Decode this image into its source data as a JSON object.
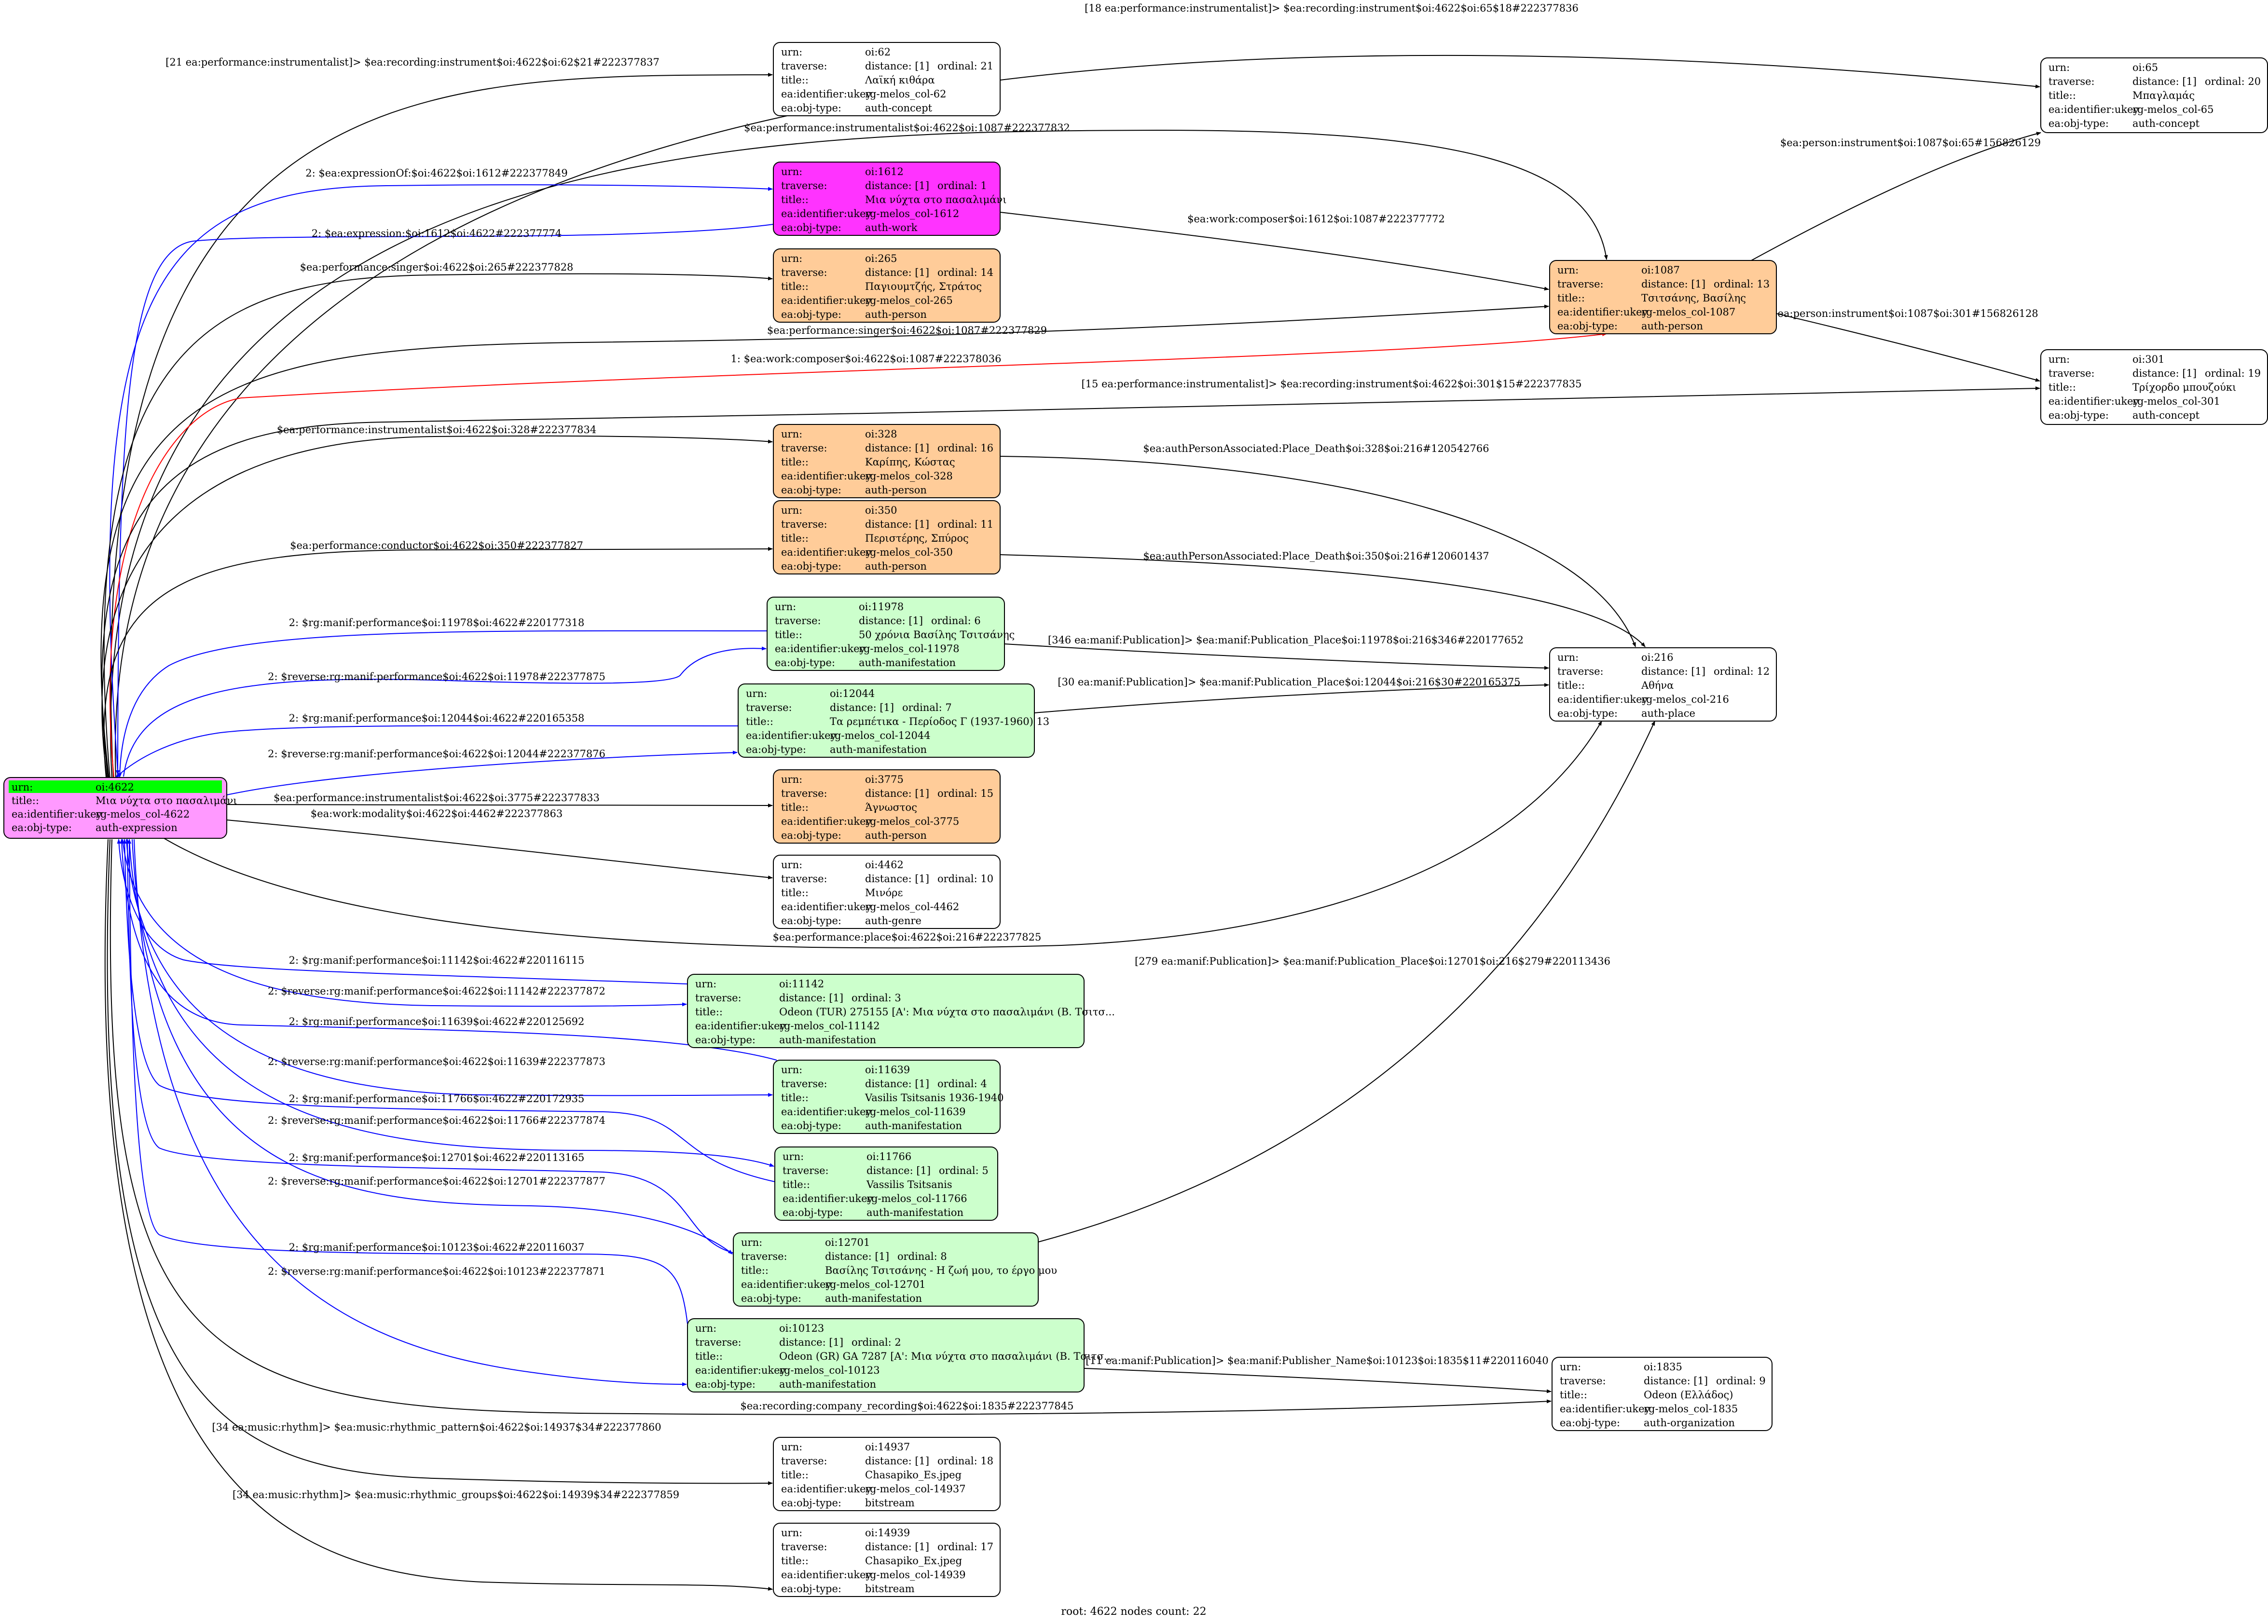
{
  "footer": "root: 4622 nodes count: 22",
  "field_labels": [
    "urn:",
    "traverse:",
    "title::",
    "ea:identifier:ukey",
    "ea:obj-type:"
  ],
  "root_field_labels": [
    "urn:",
    "title::",
    "ea:identifier:ukey",
    "ea:obj-type:"
  ],
  "colors": {
    "root_fill": "#ff99ff",
    "root_header": "#00ff00",
    "work_fill": "#ff33ff",
    "person_fill": "#ffcc99",
    "manifestation_fill": "#ccffcc",
    "plain_fill": "#ffffff",
    "edge_black": "#000000",
    "edge_blue": "#0000ff",
    "edge_red": "#ff0000"
  },
  "nodes": [
    {
      "id": "n4622",
      "root": true,
      "fill": "root",
      "urn": "oi:4622",
      "title": "Μια νύχτα στο πασαλιμάνι",
      "ukey": "rg-melos_col-4622",
      "type": "auth-expression"
    },
    {
      "id": "n62",
      "fill": "plain",
      "urn": "oi:62",
      "traverse": "distance: [1]",
      "ordinal": "ordinal: 21",
      "title": "Λαϊκή κιθάρα",
      "ukey": "rg-melos_col-62",
      "type": "auth-concept"
    },
    {
      "id": "n65",
      "fill": "plain",
      "urn": "oi:65",
      "traverse": "distance: [1]",
      "ordinal": "ordinal: 20",
      "title": "Μπαγλαμάς",
      "ukey": "rg-melos_col-65",
      "type": "auth-concept"
    },
    {
      "id": "n1612",
      "fill": "work",
      "urn": "oi:1612",
      "traverse": "distance: [1]",
      "ordinal": "ordinal: 1",
      "title": "Μια νύχτα στο πασαλιμάνι",
      "ukey": "rg-melos_col-1612",
      "type": "auth-work"
    },
    {
      "id": "n265",
      "fill": "person",
      "urn": "oi:265",
      "traverse": "distance: [1]",
      "ordinal": "ordinal: 14",
      "title": "Παγιουμτζής, Στράτος",
      "ukey": "rg-melos_col-265",
      "type": "auth-person"
    },
    {
      "id": "n1087",
      "fill": "person",
      "urn": "oi:1087",
      "traverse": "distance: [1]",
      "ordinal": "ordinal: 13",
      "title": "Τσιτσάνης, Βασίλης",
      "ukey": "rg-melos_col-1087",
      "type": "auth-person"
    },
    {
      "id": "n301",
      "fill": "plain",
      "urn": "oi:301",
      "traverse": "distance: [1]",
      "ordinal": "ordinal: 19",
      "title": "Τρίχορδο μπουζούκι",
      "ukey": "rg-melos_col-301",
      "type": "auth-concept"
    },
    {
      "id": "n328",
      "fill": "person",
      "urn": "oi:328",
      "traverse": "distance: [1]",
      "ordinal": "ordinal: 16",
      "title": "Καρίπης, Κώστας",
      "ukey": "rg-melos_col-328",
      "type": "auth-person"
    },
    {
      "id": "n350",
      "fill": "person",
      "urn": "oi:350",
      "traverse": "distance: [1]",
      "ordinal": "ordinal: 11",
      "title": "Περιστέρης, Σπύρος",
      "ukey": "rg-melos_col-350",
      "type": "auth-person"
    },
    {
      "id": "n11978",
      "fill": "manifestation",
      "urn": "oi:11978",
      "traverse": "distance: [1]",
      "ordinal": "ordinal: 6",
      "title": "50 χρόνια Βασίλης Τσιτσάνης",
      "ukey": "rg-melos_col-11978",
      "type": "auth-manifestation"
    },
    {
      "id": "n216",
      "fill": "plain",
      "urn": "oi:216",
      "traverse": "distance: [1]",
      "ordinal": "ordinal: 12",
      "title": "Αθήνα",
      "ukey": "rg-melos_col-216",
      "type": "auth-place"
    },
    {
      "id": "n12044",
      "fill": "manifestation",
      "urn": "oi:12044",
      "traverse": "distance: [1]",
      "ordinal": "ordinal: 7",
      "title": "Τα ρεμπέτικα - Περίοδος Γ (1937-1960) 13",
      "ukey": "rg-melos_col-12044",
      "type": "auth-manifestation"
    },
    {
      "id": "n3775",
      "fill": "person",
      "urn": "oi:3775",
      "traverse": "distance: [1]",
      "ordinal": "ordinal: 15",
      "title": "Άγνωστος",
      "ukey": "rg-melos_col-3775",
      "type": "auth-person"
    },
    {
      "id": "n4462",
      "fill": "plain",
      "urn": "oi:4462",
      "traverse": "distance: [1]",
      "ordinal": "ordinal: 10",
      "title": "Μινόρε",
      "ukey": "rg-melos_col-4462",
      "type": "auth-genre"
    },
    {
      "id": "n11142",
      "fill": "manifestation",
      "urn": "oi:11142",
      "traverse": "distance: [1]",
      "ordinal": "ordinal: 3",
      "title": "Odeon (TUR) 275155 [Α': Μια νύχτα στο πασαλιμάνι (Β. Τσιτσ...",
      "ukey": "rg-melos_col-11142",
      "type": "auth-manifestation"
    },
    {
      "id": "n11639",
      "fill": "manifestation",
      "urn": "oi:11639",
      "traverse": "distance: [1]",
      "ordinal": "ordinal: 4",
      "title": "Vasilis Tsitsanis 1936-1940",
      "ukey": "rg-melos_col-11639",
      "type": "auth-manifestation"
    },
    {
      "id": "n11766",
      "fill": "manifestation",
      "urn": "oi:11766",
      "traverse": "distance: [1]",
      "ordinal": "ordinal: 5",
      "title": "Vassilis Tsitsanis",
      "ukey": "rg-melos_col-11766",
      "type": "auth-manifestation"
    },
    {
      "id": "n12701",
      "fill": "manifestation",
      "urn": "oi:12701",
      "traverse": "distance: [1]",
      "ordinal": "ordinal: 8",
      "title": "Βασίλης Τσιτσάνης - Η ζωή μου, το έργο μου",
      "ukey": "rg-melos_col-12701",
      "type": "auth-manifestation"
    },
    {
      "id": "n10123",
      "fill": "manifestation",
      "urn": "oi:10123",
      "traverse": "distance: [1]",
      "ordinal": "ordinal: 2",
      "title": "Odeon (GR) GA 7287 [Α': Μια νύχτα στο πασαλιμάνι (Β. Τσιτσ...",
      "ukey": "rg-melos_col-10123",
      "type": "auth-manifestation"
    },
    {
      "id": "n1835",
      "fill": "plain",
      "urn": "oi:1835",
      "traverse": "distance: [1]",
      "ordinal": "ordinal: 9",
      "title": "Odeon (Ελλάδος)",
      "ukey": "rg-melos_col-1835",
      "type": "auth-organization"
    },
    {
      "id": "n14937",
      "fill": "plain",
      "urn": "oi:14937",
      "traverse": "distance: [1]",
      "ordinal": "ordinal: 18",
      "title": "Chasapiko_Es.jpeg",
      "ukey": "rg-melos_col-14937",
      "type": "bitstream"
    },
    {
      "id": "n14939",
      "fill": "plain",
      "urn": "oi:14939",
      "traverse": "distance: [1]",
      "ordinal": "ordinal: 17",
      "title": "Chasapiko_Ex.jpeg",
      "ukey": "rg-melos_col-14939",
      "type": "bitstream"
    }
  ],
  "edges": [
    {
      "id": "e1",
      "color": "black",
      "label": "[18 ea:performance:instrumentalist]> $ea:recording:instrument$oi:4622$oi:65$18#222377836"
    },
    {
      "id": "e2",
      "color": "black",
      "label": "[21 ea:performance:instrumentalist]> $ea:recording:instrument$oi:4622$oi:62$21#222377837"
    },
    {
      "id": "e3",
      "color": "black",
      "label": "$ea:performance:instrumentalist$oi:4622$oi:1087#222377832"
    },
    {
      "id": "e4",
      "color": "black",
      "label": "$ea:person:instrument$oi:1087$oi:65#156826129"
    },
    {
      "id": "e5",
      "color": "blue",
      "label": "2: $ea:expressionOf:$oi:4622$oi:1612#222377849"
    },
    {
      "id": "e6",
      "color": "blue",
      "label": "2: $ea:expression:$oi:1612$oi:4622#222377774"
    },
    {
      "id": "e7",
      "color": "black",
      "label": "$ea:work:composer$oi:1612$oi:1087#222377772"
    },
    {
      "id": "e8",
      "color": "black",
      "label": "$ea:performance:singer$oi:4622$oi:265#222377828"
    },
    {
      "id": "e9",
      "color": "black",
      "label": "$ea:performance:singer$oi:4622$oi:1087#222377829"
    },
    {
      "id": "e10",
      "color": "black",
      "label": "$ea:person:instrument$oi:1087$oi:301#156826128"
    },
    {
      "id": "e11",
      "color": "red",
      "label": "1: $ea:work:composer$oi:4622$oi:1087#222378036"
    },
    {
      "id": "e12",
      "color": "black",
      "label": "[15 ea:performance:instrumentalist]> $ea:recording:instrument$oi:4622$oi:301$15#222377835"
    },
    {
      "id": "e13",
      "color": "black",
      "label": "$ea:performance:instrumentalist$oi:4622$oi:328#222377834"
    },
    {
      "id": "e14",
      "color": "black",
      "label": "$ea:authPersonAssociated:Place_Death$oi:328$oi:216#120542766"
    },
    {
      "id": "e15",
      "color": "black",
      "label": "$ea:performance:conductor$oi:4622$oi:350#222377827"
    },
    {
      "id": "e16",
      "color": "black",
      "label": "$ea:authPersonAssociated:Place_Death$oi:350$oi:216#120601437"
    },
    {
      "id": "e17",
      "color": "blue",
      "label": "2: $rg:manif:performance$oi:11978$oi:4622#220177318"
    },
    {
      "id": "e18",
      "color": "black",
      "label": "[346 ea:manif:Publication]> $ea:manif:Publication_Place$oi:11978$oi:216$346#220177652"
    },
    {
      "id": "e19",
      "color": "blue",
      "label": "2: $reverse:rg:manif:performance$oi:4622$oi:11978#222377875"
    },
    {
      "id": "e20",
      "color": "black",
      "label": "[30 ea:manif:Publication]> $ea:manif:Publication_Place$oi:12044$oi:216$30#220165375"
    },
    {
      "id": "e21",
      "color": "blue",
      "label": "2: $rg:manif:performance$oi:12044$oi:4622#220165358"
    },
    {
      "id": "e22",
      "color": "blue",
      "label": "2: $reverse:rg:manif:performance$oi:4622$oi:12044#222377876"
    },
    {
      "id": "e23",
      "color": "black",
      "label": "$ea:performance:instrumentalist$oi:4622$oi:3775#222377833"
    },
    {
      "id": "e24",
      "color": "black",
      "label": "$ea:work:modality$oi:4622$oi:4462#222377863"
    },
    {
      "id": "e25",
      "color": "black",
      "label": "$ea:performance:place$oi:4622$oi:216#222377825"
    },
    {
      "id": "e26",
      "color": "black",
      "label": "[279 ea:manif:Publication]> $ea:manif:Publication_Place$oi:12701$oi:216$279#220113436"
    },
    {
      "id": "e27",
      "color": "blue",
      "label": "2: $rg:manif:performance$oi:11142$oi:4622#220116115"
    },
    {
      "id": "e28",
      "color": "blue",
      "label": "2: $reverse:rg:manif:performance$oi:4622$oi:11142#222377872"
    },
    {
      "id": "e29",
      "color": "blue",
      "label": "2: $rg:manif:performance$oi:11639$oi:4622#220125692"
    },
    {
      "id": "e30",
      "color": "blue",
      "label": "2: $reverse:rg:manif:performance$oi:4622$oi:11639#222377873"
    },
    {
      "id": "e31",
      "color": "blue",
      "label": "2: $rg:manif:performance$oi:11766$oi:4622#220172935"
    },
    {
      "id": "e32",
      "color": "blue",
      "label": "2: $reverse:rg:manif:performance$oi:4622$oi:11766#222377874"
    },
    {
      "id": "e33",
      "color": "blue",
      "label": "2: $rg:manif:performance$oi:12701$oi:4622#220113165"
    },
    {
      "id": "e34",
      "color": "blue",
      "label": "2: $reverse:rg:manif:performance$oi:4622$oi:12701#222377877"
    },
    {
      "id": "e35",
      "color": "blue",
      "label": "2: $rg:manif:performance$oi:10123$oi:4622#220116037"
    },
    {
      "id": "e36",
      "color": "blue",
      "label": "2: $reverse:rg:manif:performance$oi:4622$oi:10123#222377871"
    },
    {
      "id": "e37",
      "color": "black",
      "label": "[11 ea:manif:Publication]> $ea:manif:Publisher_Name$oi:10123$oi:1835$11#220116040"
    },
    {
      "id": "e38",
      "color": "black",
      "label": "$ea:recording:company_recording$oi:4622$oi:1835#222377845"
    },
    {
      "id": "e39",
      "color": "black",
      "label": "[34 ea:music:rhythm]> $ea:music:rhythmic_pattern$oi:4622$oi:14937$34#222377860"
    },
    {
      "id": "e40",
      "color": "black",
      "label": "[34 ea:music:rhythm]> $ea:music:rhythmic_groups$oi:4622$oi:14939$34#222377859"
    }
  ]
}
